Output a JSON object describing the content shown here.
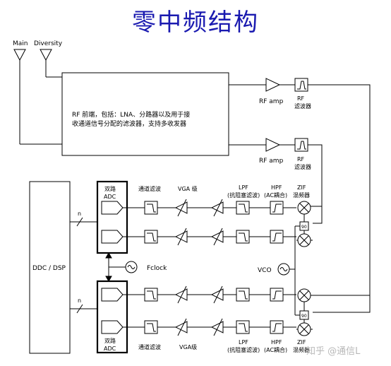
{
  "title": "零中频结构",
  "antennas": {
    "main": "Main",
    "diversity": "Diversity"
  },
  "rf_frontend": {
    "line1": "RF 前端，包括：LNA、分路器以及用于接",
    "line2": "收通道信号分配的滤波器，支持多收发器"
  },
  "rf_amp_label": "RF amp",
  "rf_filter_label_1": "RF",
  "rf_filter_label_2": "滤波器",
  "ddc": "DDC / DSP",
  "bus_n": "n",
  "adc": {
    "line1": "双路",
    "line2": "ADC"
  },
  "fclock": "Fclock",
  "vco": "VCO",
  "channel_filter": "通道滤波",
  "vga_label": "VGA 级",
  "vga_label_bottom": "VGA级",
  "lpf": {
    "line1": "LPF",
    "line2": "(抗阻塞滤波)"
  },
  "hpf": {
    "line1": "HPF",
    "line2": "(AC耦合)"
  },
  "zif": {
    "line1": "ZIF",
    "line2": "混频器"
  },
  "phase": "90",
  "watermark": "知乎 @通信L"
}
